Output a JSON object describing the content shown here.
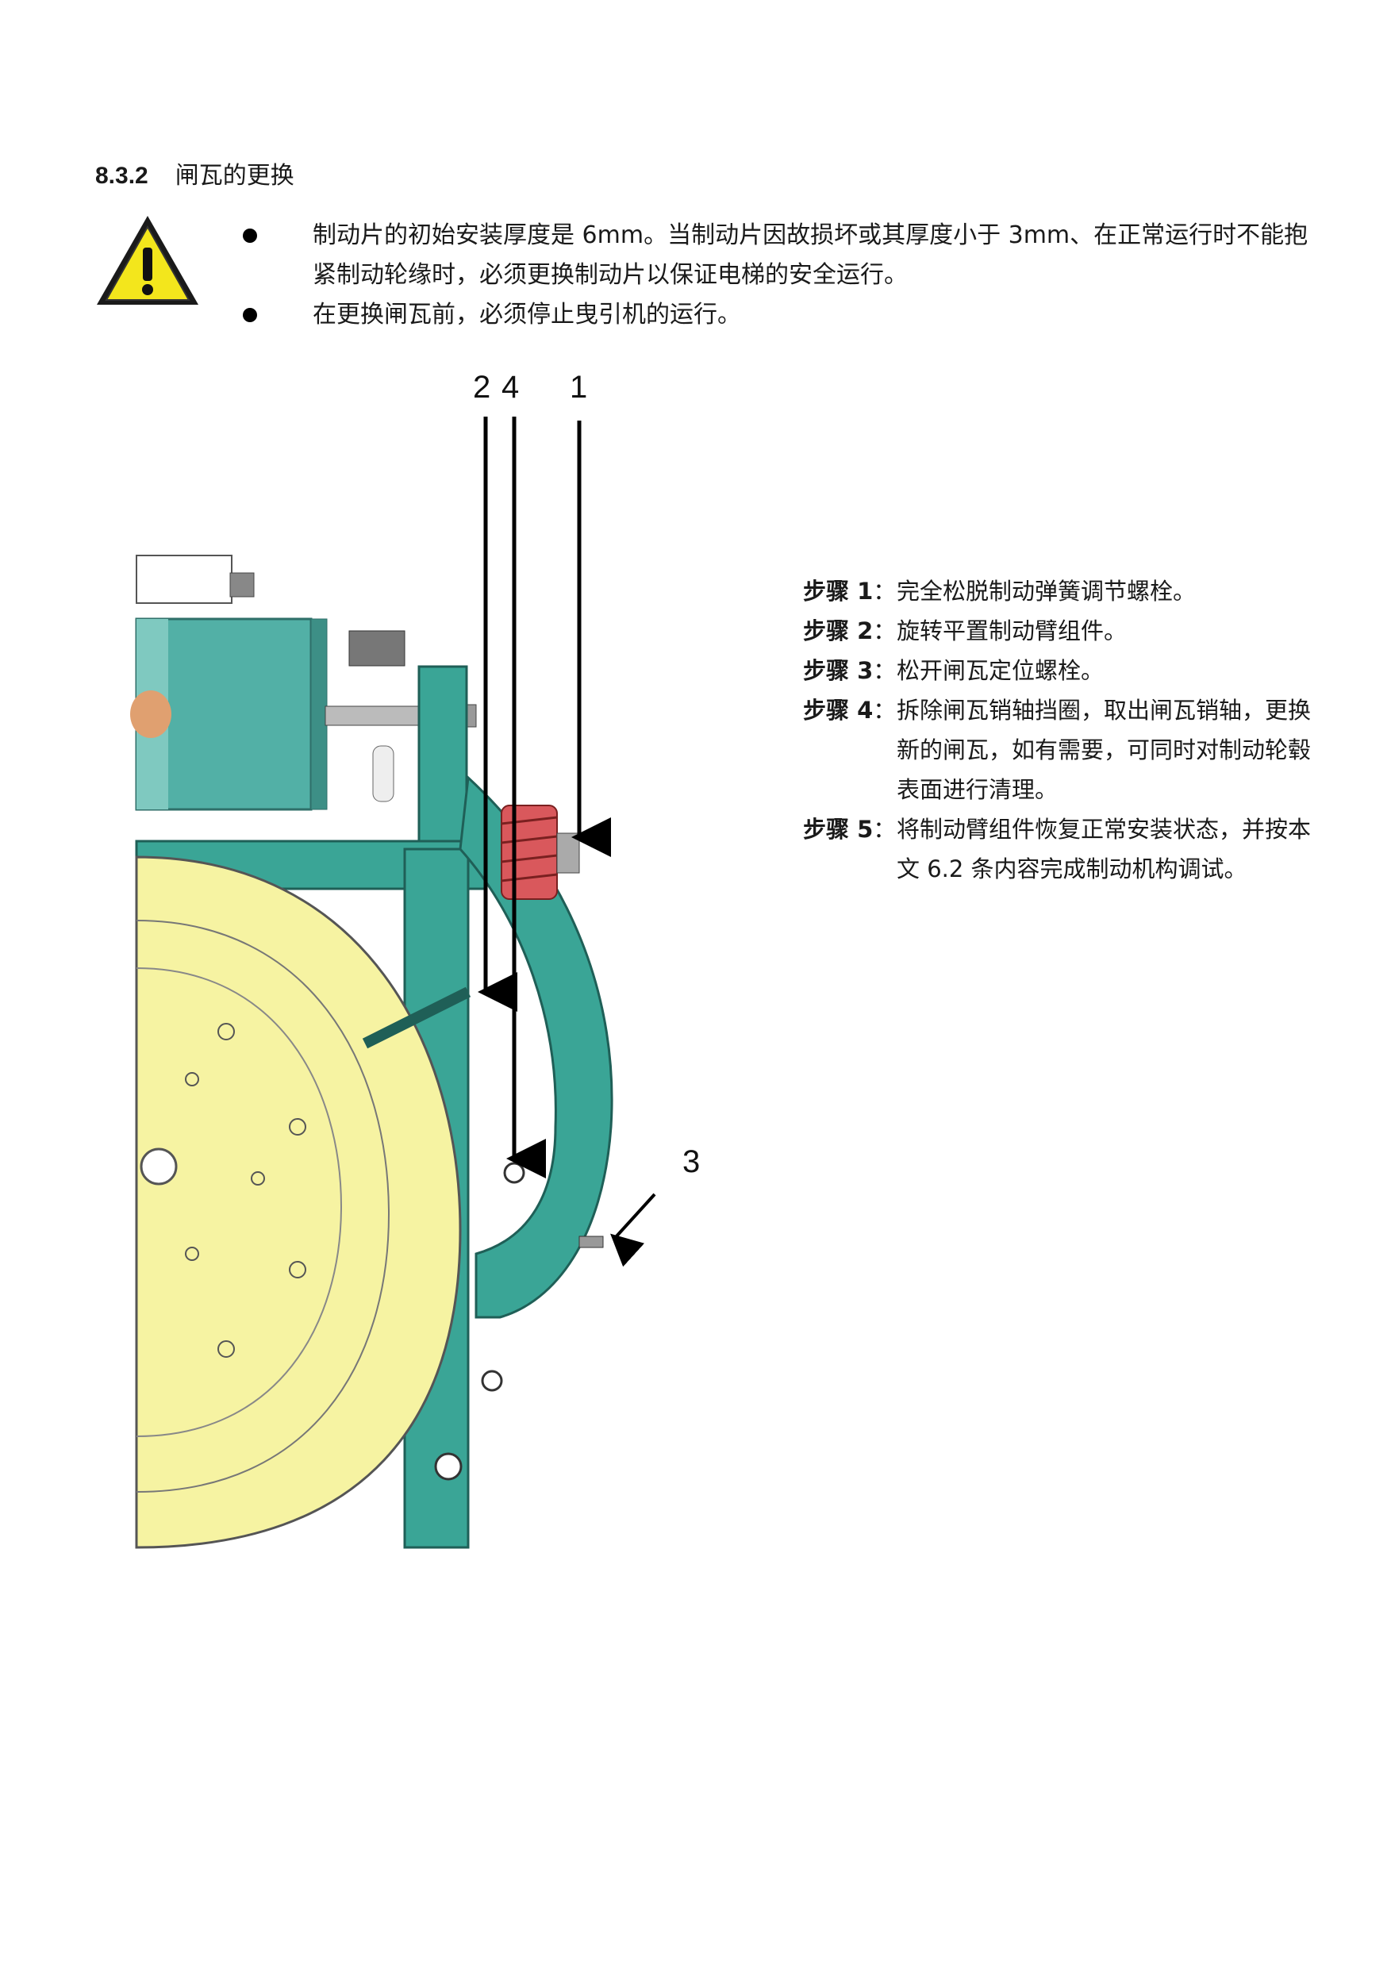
{
  "section": {
    "number": "8.3.2",
    "title": "闸瓦的更换"
  },
  "warning_icon": "warning-triangle-icon",
  "bullets": [
    "制动片的初始安装厚度是 6mm。当制动片因故损坏或其厚度小于 3mm、在正常运行时不能抱紧制动轮缘时，必须更换制动片以保证电梯的安全运行。",
    "在更换闸瓦前，必须停止曳引机的运行。"
  ],
  "figure": {
    "callouts": {
      "c1": "1",
      "c2": "2",
      "c3": "3",
      "c4": "4"
    },
    "colors": {
      "frame": "#3aa596",
      "wheel": "#f6f3a2",
      "spring": "#d9585c",
      "motor": "#52b0a6"
    }
  },
  "steps": [
    {
      "label": "步骤 1",
      "text": "完全松脱制动弹簧调节螺栓。"
    },
    {
      "label": "步骤 2",
      "text": "旋转平置制动臂组件。"
    },
    {
      "label": "步骤 3",
      "text": "松开闸瓦定位螺栓。"
    },
    {
      "label": "步骤 4",
      "text": "拆除闸瓦销轴挡圈，取出闸瓦销轴，更换新的闸瓦，如有需要，可同时对制动轮毂表面进行清理。"
    },
    {
      "label": "步骤 5",
      "text": "将制动臂组件恢复正常安装状态，并按本文 6.2 条内容完成制动机构调试。"
    }
  ]
}
